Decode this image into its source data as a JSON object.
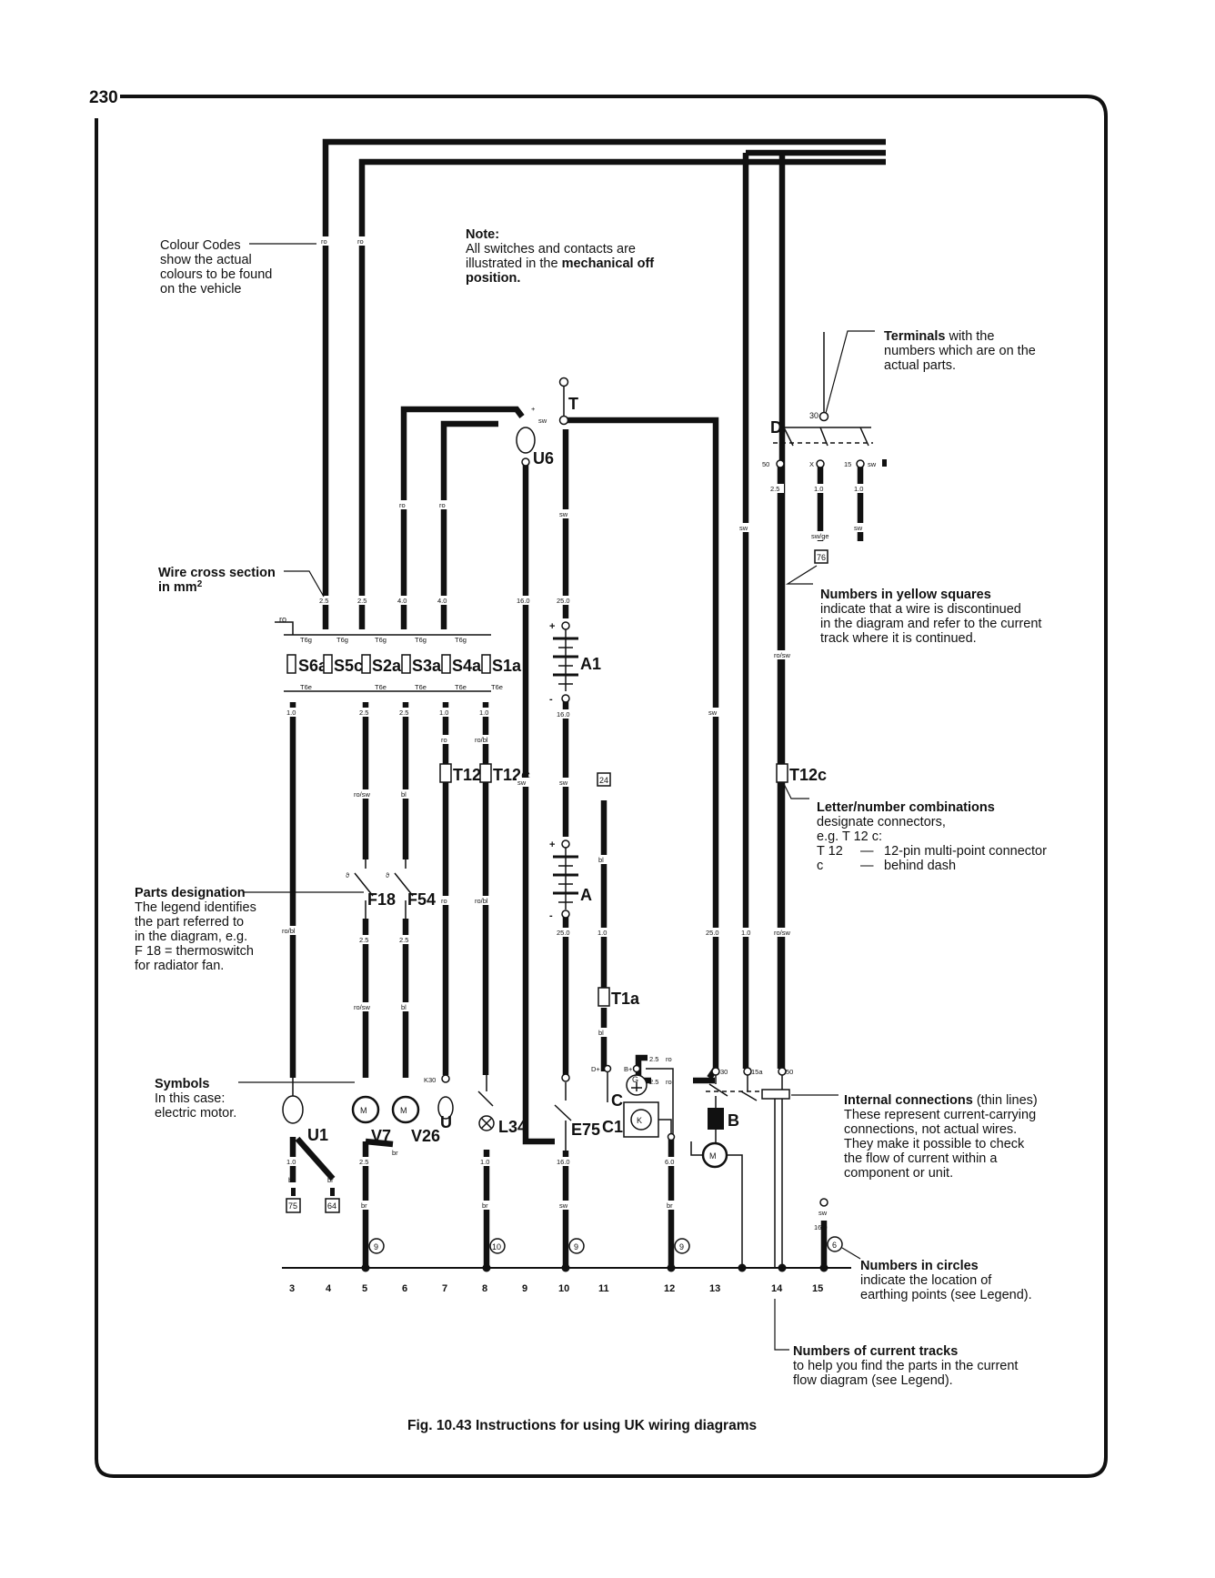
{
  "page_number": "230",
  "caption": "Fig. 10.43 Instructions for using UK wiring diagrams",
  "note": {
    "title": "Note:",
    "line1": "All switches and contacts are",
    "line2_prefix": "illustrated in the ",
    "line2_bold": "mechanical off",
    "line3": "position."
  },
  "annotations": {
    "colour_codes": [
      "Colour Codes",
      "show the actual",
      "colours to be found",
      "on the vehicle"
    ],
    "terminals": {
      "bold": "Terminals",
      "rest": " with the",
      "lines": [
        "numbers which are on the",
        "actual parts."
      ]
    },
    "wire_cross_section": [
      "Wire cross section",
      "in mm"
    ],
    "wire_cross_section_sup": "2",
    "yellow_squares": {
      "title": "Numbers in yellow squares",
      "lines": [
        "indicate that a wire is discontinued",
        "in the diagram and refer to the current",
        "track where it is continued."
      ]
    },
    "letter_number": {
      "title": "Letter/number combinations",
      "lines": [
        "designate connectors,",
        "e.g. T 12 c:"
      ],
      "row1": [
        "T 12",
        "—",
        "12-pin multi-point connector"
      ],
      "row2": [
        "c",
        "—",
        "behind dash"
      ]
    },
    "parts_designation": {
      "title": "Parts designation",
      "lines": [
        "The legend identifies",
        "the part referred to",
        "in the diagram, e.g.",
        "F 18 = thermoswitch",
        "for radiator fan."
      ]
    },
    "symbols": {
      "title": "Symbols",
      "lines": [
        "In this case:",
        "electric motor."
      ]
    },
    "internal_connections": {
      "bold": "Internal connections",
      "rest": " (thin lines)",
      "lines": [
        "These represent current-carrying",
        "connections, not actual wires.",
        "They make it possible to check",
        "the flow of current within a",
        "component or unit."
      ]
    },
    "numbers_in_circles": {
      "title": "Numbers in circles",
      "lines": [
        "indicate the location of",
        "earthing points (see Legend)."
      ]
    },
    "current_tracks": {
      "title": "Numbers of current tracks",
      "lines": [
        "to help you find the parts in the current",
        "flow diagram (see Legend)."
      ]
    }
  },
  "tracks": [
    "3",
    "4",
    "5",
    "6",
    "7",
    "8",
    "9",
    "10",
    "11",
    "12",
    "13",
    "14",
    "15"
  ],
  "parts": {
    "fuses": [
      "S6a",
      "S5c",
      "S2a",
      "S3a",
      "S4a",
      "S1a"
    ],
    "fuse_codes": [
      "T6g",
      "T6e"
    ],
    "ignition": "D",
    "ignition_terminals": [
      "30",
      "50",
      "X",
      "15"
    ],
    "relay_T": "T",
    "U6": "U6",
    "A1": "A1",
    "A": "A",
    "T12a": "T12a",
    "T12c": "T12c",
    "T12c_right": "T12c",
    "T1a": "T1a",
    "F18": "F18",
    "F54": "F54",
    "U1": "U1",
    "V7": "V7",
    "V26": "V26",
    "U": "U",
    "L34": "L34",
    "E75": "E75",
    "C": "C",
    "C1": "C1",
    "B": "B",
    "G": "G",
    "K30": "K30",
    "D_plus": "D+",
    "B_plus": "B+",
    "starter_terms": [
      "30",
      "15a",
      "50"
    ],
    "motor_M": "M",
    "K_gauge": "K"
  },
  "wire_labels": {
    "ro": "ro",
    "sw": "sw",
    "bl": "bl",
    "br": "br",
    "ro_sw": "ro/sw",
    "ro_bl": "ro/bl",
    "sw_ge": "sw/ge",
    "s25": "2.5",
    "s40": "4.0",
    "s10": "1.0",
    "s160": "16.0",
    "s250": "25.0",
    "s60": "6.0",
    "plus": "+",
    "minus": "-"
  },
  "yellow_squares": [
    "76",
    "24",
    "75",
    "64"
  ],
  "earth_circles": [
    "9",
    "10",
    "9",
    "9",
    "6"
  ]
}
